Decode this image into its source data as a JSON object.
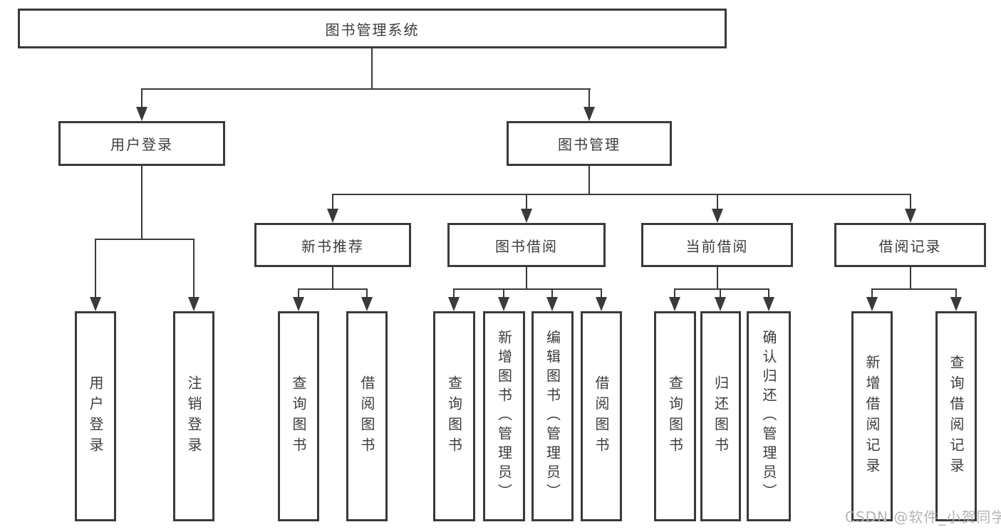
{
  "tree": {
    "root": "图书管理系统",
    "level1": [
      {
        "label": "用户登录",
        "children": [
          {
            "label": "用户登录"
          },
          {
            "label": "注销登录"
          }
        ]
      },
      {
        "label": "图书管理",
        "children": [
          {
            "label": "新书推荐",
            "children": [
              {
                "label": "查询图书"
              },
              {
                "label": "借阅图书"
              }
            ]
          },
          {
            "label": "图书借阅",
            "children": [
              {
                "label": "查询图书"
              },
              {
                "label": "新增图书（管理员）"
              },
              {
                "label": "编辑图书（管理员）"
              },
              {
                "label": "借阅图书"
              }
            ]
          },
          {
            "label": "当前借阅",
            "children": [
              {
                "label": "查询图书"
              },
              {
                "label": "归还图书"
              },
              {
                "label": "确认归还（管理员）"
              }
            ]
          },
          {
            "label": "借阅记录",
            "children": [
              {
                "label": "新增借阅记录"
              },
              {
                "label": "查询借阅记录"
              }
            ]
          }
        ]
      }
    ]
  },
  "watermark": "CSDN @软件_小贺同学",
  "colors": {
    "line": "#3a3a3a",
    "text": "#3c3c3c",
    "watermark": "#b4b4b4",
    "background": "#ffffff"
  }
}
